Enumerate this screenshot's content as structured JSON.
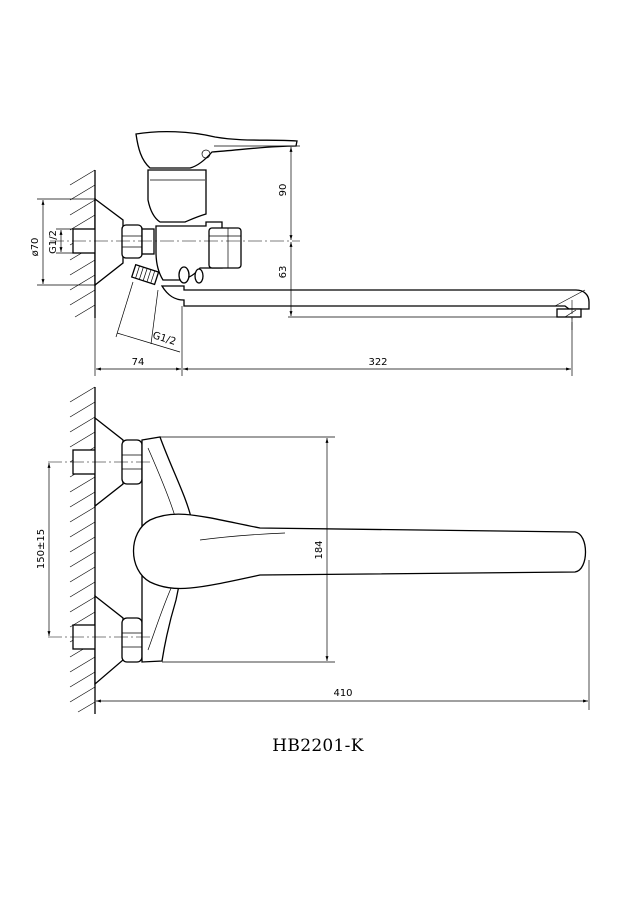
{
  "dimensions": {
    "dia70": "ø70",
    "g12_inlet": "G1/2",
    "g12_diverter": "G1/2",
    "d90": "90",
    "d63": "63",
    "d74": "74",
    "d322": "322",
    "d150": "150±15",
    "d184": "184",
    "d410": "410"
  },
  "caption": "HB2201-K"
}
